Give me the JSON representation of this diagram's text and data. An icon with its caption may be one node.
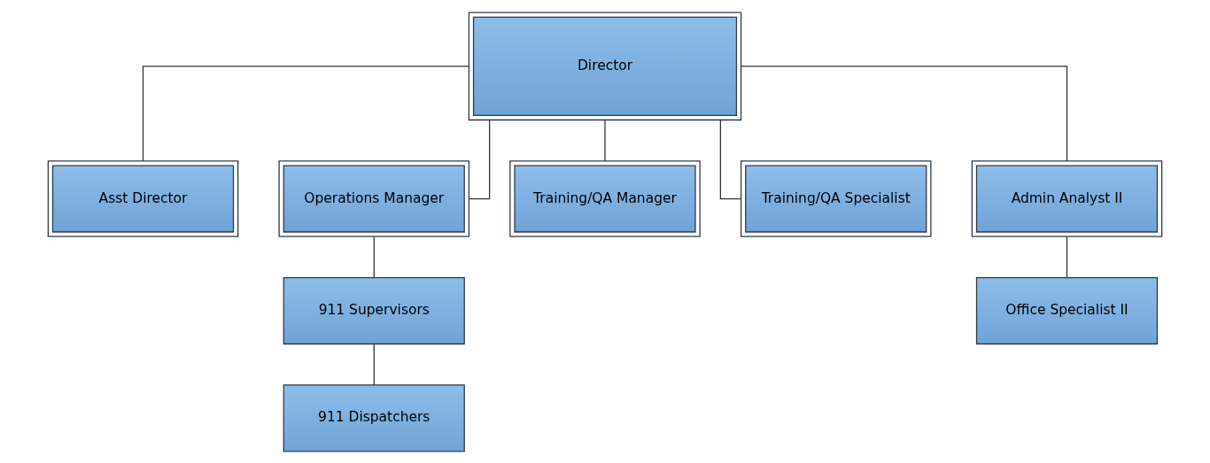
{
  "diagram": {
    "nodes": [
      {
        "text": [
          "Director"
        ]
      },
      {
        "text": [
          "Asst Director"
        ]
      },
      {
        "text": [
          "Operations Manager"
        ]
      },
      {
        "text": [
          "Training/QA Manager"
        ]
      },
      {
        "text": [
          "Training/QA Specialist"
        ]
      },
      {
        "text": [
          "Admin Analyst II"
        ]
      },
      {
        "text": [
          "911 Supervisors"
        ]
      },
      {
        "text": [
          "911 Dispatchers"
        ]
      },
      {
        "text": [
          "Office Specialist II"
        ]
      }
    ],
    "edges": [
      {
        "from": 0,
        "to": 1,
        "arrow": "none"
      },
      {
        "from": 0,
        "to": 2,
        "arrow": "none"
      },
      {
        "from": 0,
        "to": 3,
        "arrow": "none"
      },
      {
        "from": 0,
        "to": 4,
        "arrow": "none"
      },
      {
        "from": 0,
        "to": 5,
        "arrow": "none"
      },
      {
        "from": 2,
        "to": 6,
        "arrow": "none"
      },
      {
        "from": 6,
        "to": 7,
        "arrow": "none"
      },
      {
        "from": 5,
        "to": 8,
        "arrow": "none"
      }
    ]
  }
}
